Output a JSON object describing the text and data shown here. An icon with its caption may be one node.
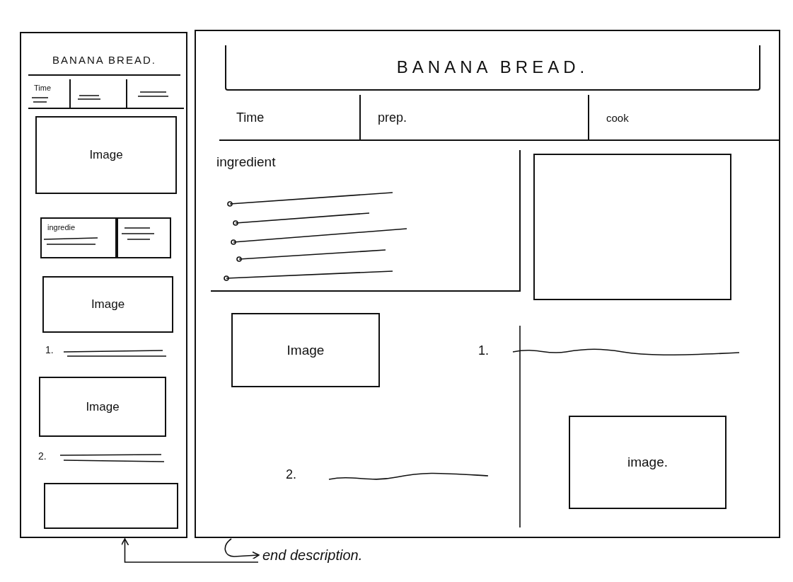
{
  "diagram": {
    "nodes": [
      {
        "text": [],
        "shape": "box"
      },
      {
        "text": [
          "BANANA BREAD."
        ],
        "in": 0
      },
      {
        "text": [
          "Time"
        ],
        "in": 0
      },
      {
        "text": [],
        "shape": "box",
        "in": 0
      },
      {
        "text": [],
        "shape": "box",
        "in": 0
      },
      {
        "text": [
          "Image"
        ],
        "in": 0
      },
      {
        "text": [
          "ingredie"
        ],
        "in": 0
      },
      {
        "text": [],
        "shape": "box",
        "in": 0
      },
      {
        "text": [
          "Image"
        ],
        "in": 0
      },
      {
        "text": [
          "Image"
        ],
        "in": 0
      },
      {
        "text": [],
        "shape": "box",
        "in": 0
      },
      {
        "text": [],
        "shape": "box"
      },
      {
        "text": [
          "BANANA BREAD."
        ],
        "in": 11
      },
      {
        "text": [
          "Time"
        ],
        "in": 11
      },
      {
        "text": [
          "prep."
        ],
        "in": 11
      },
      {
        "text": [
          "cook"
        ],
        "in": 11
      },
      {
        "text": [
          "ingredient"
        ],
        "in": 11
      },
      {
        "text": [],
        "shape": "box",
        "in": 11
      },
      {
        "text": [
          "Image"
        ],
        "in": 11
      },
      {
        "text": [
          "image."
        ],
        "in": 11
      },
      {
        "text": [
          "end description."
        ]
      }
    ],
    "edges": [
      {
        "from": 11,
        "to": 20,
        "arrow": "to"
      },
      {
        "from": 20,
        "to": 0,
        "arrow": "to"
      }
    ],
    "labels": [
      "1.",
      "2.",
      "1.",
      "2."
    ]
  }
}
